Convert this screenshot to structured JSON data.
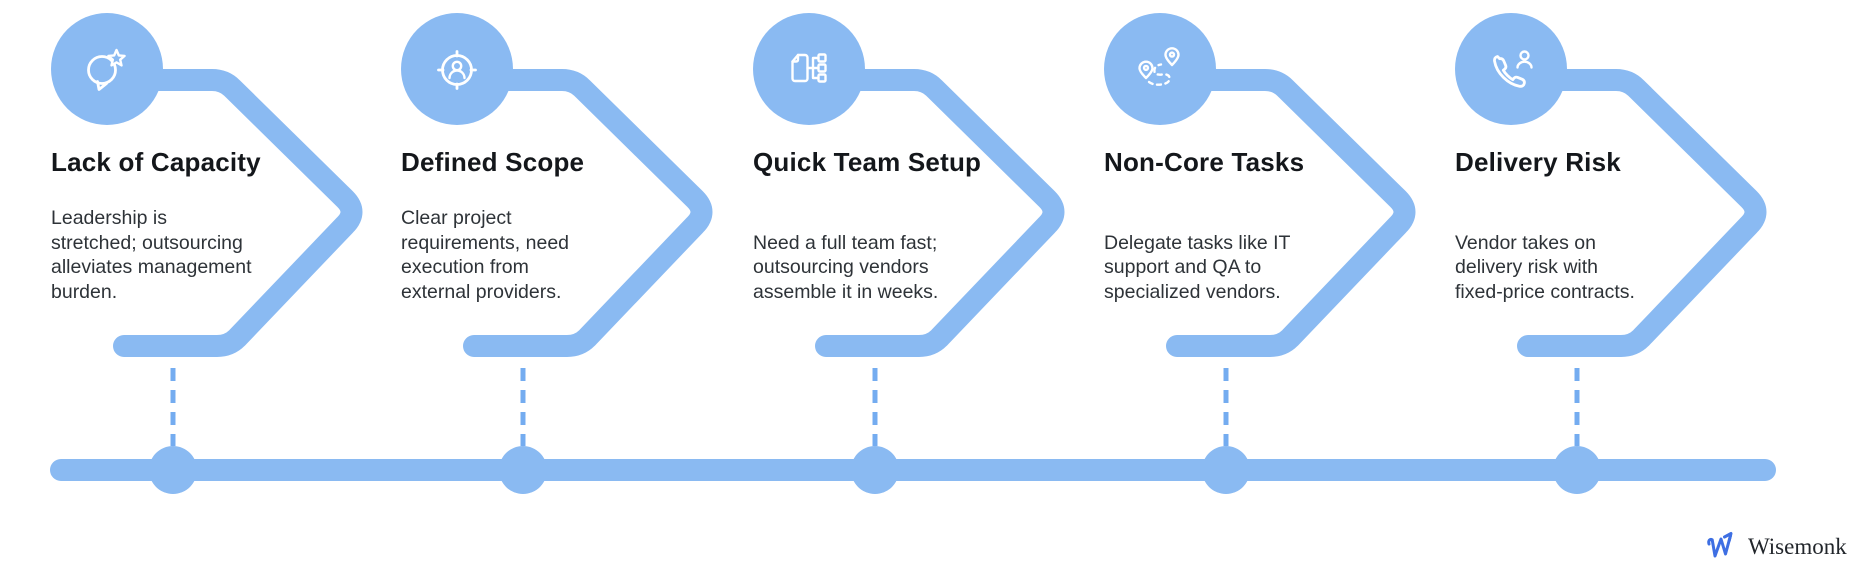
{
  "colors": {
    "background": "#FFFFFF",
    "accent": "#8ABAF2",
    "dash": "#74ACF0",
    "title_text": "#14171B",
    "body_text": "#2E3338",
    "logo_blue": "#3E6FE3",
    "icon_stroke": "#FFFFFF"
  },
  "steps": [
    {
      "icon": "chat-star-icon",
      "title": "Lack of Capacity",
      "description": [
        "Leadership is",
        "stretched; outsourcing",
        "alleviates management",
        "burden."
      ]
    },
    {
      "icon": "target-user-icon",
      "title": "Defined Scope",
      "description": [
        "Clear project",
        "requirements, need",
        "execution from",
        "external providers."
      ]
    },
    {
      "icon": "file-sitemap-icon",
      "title": "Quick Team Setup",
      "description": [
        "Need a full team fast;",
        "outsourcing vendors",
        "assemble it in weeks."
      ]
    },
    {
      "icon": "route-pins-icon",
      "title": "Non-Core Tasks",
      "description": [
        "Delegate tasks like IT",
        "support and QA to",
        "specialized vendors."
      ]
    },
    {
      "icon": "phone-user-icon",
      "title": "Delivery Risk",
      "description": [
        "Vendor takes on",
        "delivery risk with",
        "fixed-price contracts."
      ]
    }
  ],
  "brand": {
    "logo_icon": "wisemonk-logo-icon",
    "name": "Wisemonk"
  }
}
